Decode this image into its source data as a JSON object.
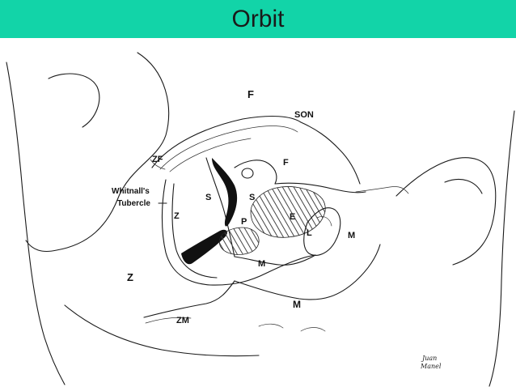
{
  "title": "Orbit",
  "colors": {
    "title_bar": "#12d4a8",
    "ink": "#1a1a1a"
  },
  "labels": {
    "F_top": "F",
    "SON": "SON",
    "ZF": "ZF",
    "F_orbit": "F",
    "whitnall_1": "Whitnall's",
    "whitnall_2": "Tubercle",
    "S_left": "S",
    "S_right": "S",
    "Z_orbit": "Z",
    "P": "P",
    "E": "E",
    "L": "L",
    "M_right": "M",
    "M_orbit": "M",
    "Z_cheek": "Z",
    "M_lower": "M",
    "ZM": "ZM"
  },
  "signature": {
    "line1": "Juan",
    "line2": "Manel"
  }
}
